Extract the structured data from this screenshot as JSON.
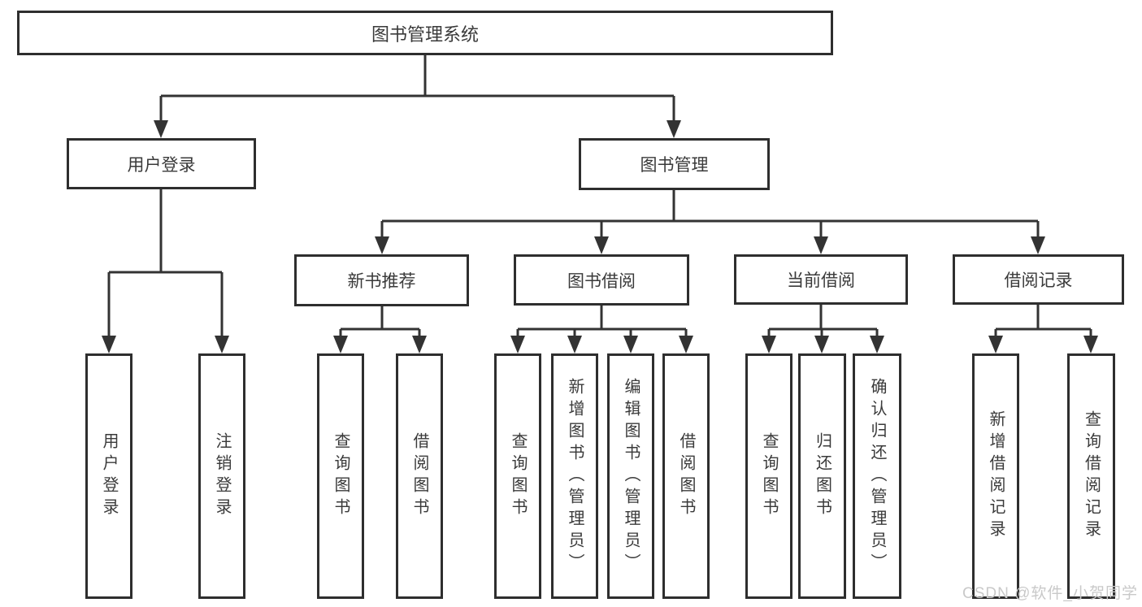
{
  "diagram": {
    "root": {
      "label": "图书管理系统"
    },
    "level2": [
      {
        "id": "user-login",
        "label": "用户登录"
      },
      {
        "id": "book-management",
        "label": "图书管理"
      }
    ],
    "level3": [
      {
        "id": "new-book-recommend",
        "label": "新书推荐"
      },
      {
        "id": "book-borrowing",
        "label": "图书借阅"
      },
      {
        "id": "current-borrowing",
        "label": "当前借阅"
      },
      {
        "id": "borrowing-records",
        "label": "借阅记录"
      }
    ],
    "leaves": [
      {
        "id": "user-login-action",
        "label": "用户登录"
      },
      {
        "id": "logout",
        "label": "注销登录"
      },
      {
        "id": "query-books-recommend",
        "label": "查询图书"
      },
      {
        "id": "borrow-books-recommend",
        "label": "借阅图书"
      },
      {
        "id": "query-books-borrowing",
        "label": "查询图书"
      },
      {
        "id": "add-books-admin",
        "label": "新增图书（管理员）"
      },
      {
        "id": "edit-books-admin",
        "label": "编辑图书（管理员）"
      },
      {
        "id": "borrow-books-borrowing",
        "label": "借阅图书"
      },
      {
        "id": "query-books-current",
        "label": "查询图书"
      },
      {
        "id": "return-books",
        "label": "归还图书"
      },
      {
        "id": "confirm-return-admin",
        "label": "确认归还（管理员）"
      },
      {
        "id": "add-borrow-record",
        "label": "新增借阅记录"
      },
      {
        "id": "query-borrow-record",
        "label": "查询借阅记录"
      }
    ]
  },
  "watermark": {
    "text": "CSDN @软件_小贺同学"
  },
  "colors": {
    "line": "#333333",
    "text": "#3a3a3a",
    "watermark": "#c9c9c9",
    "background": "#ffffff"
  }
}
